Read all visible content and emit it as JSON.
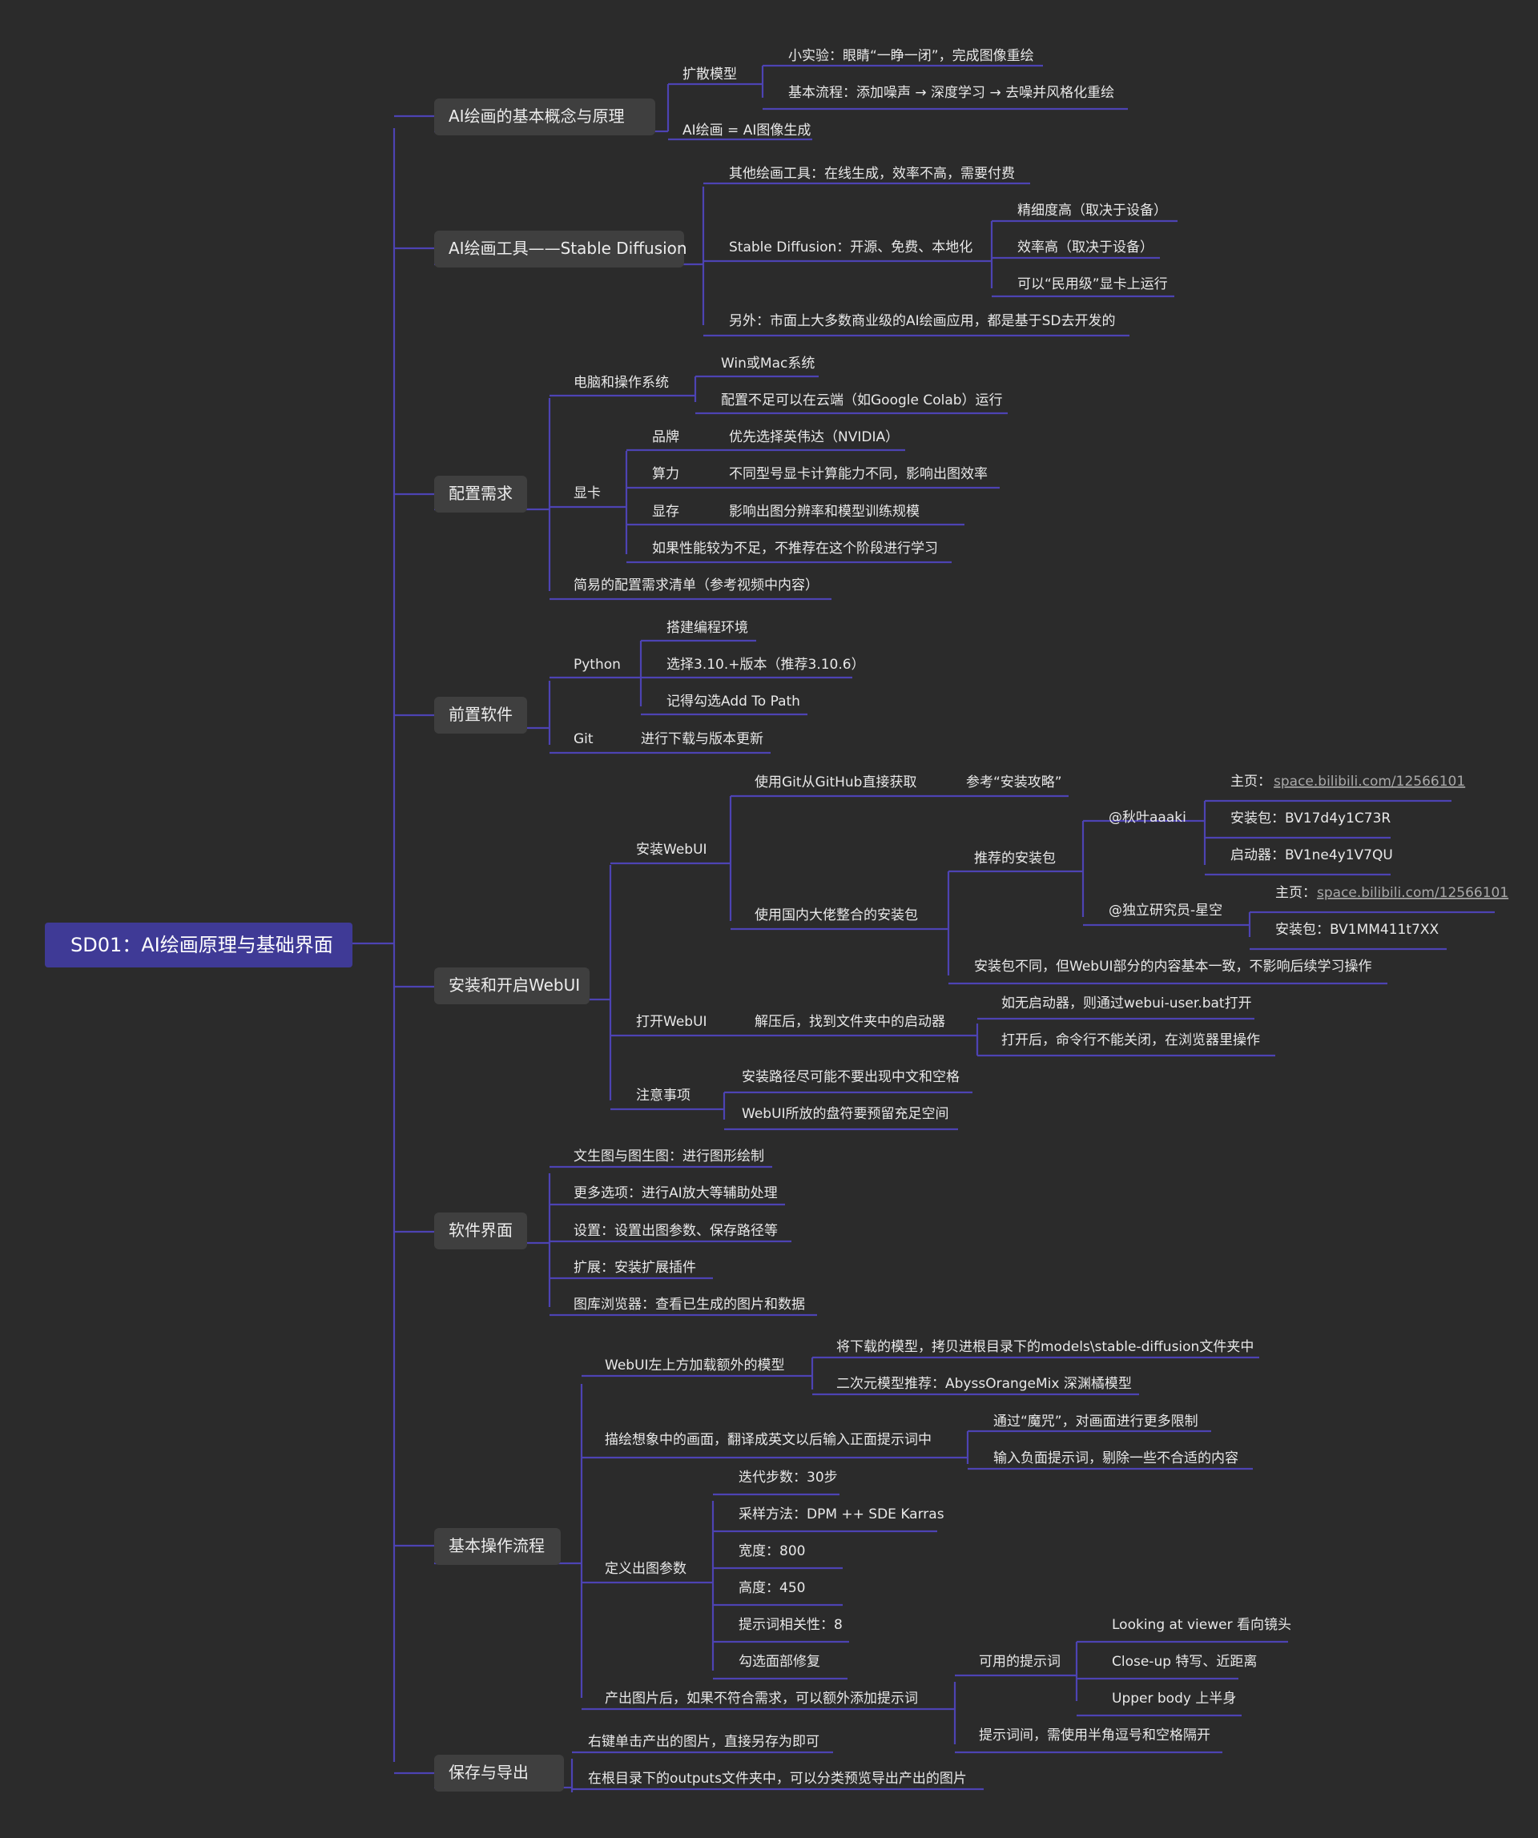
{
  "root": "SD01：AI绘画原理与基础界面",
  "s1": {
    "title": "AI绘画的基本概念与原理",
    "kuosan": "扩散模型",
    "exp": "小实验：眼睛“一睁一闭”，完成图像重绘",
    "flow": "基本流程：添加噪声 → 深度学习 → 去噪并风格化重绘",
    "eq": "AI绘画 = AI图像生成"
  },
  "s2": {
    "title": "AI绘画工具——Stable Diffusion",
    "other": "其他绘画工具：在线生成，效率不高，需要付费",
    "sd": "Stable Diffusion：开源、免费、本地化",
    "sd_a": "精细度高（取决于设备）",
    "sd_b": "效率高（取决于设备）",
    "sd_c": "可以“民用级”显卡上运行",
    "extra": "另外：市面上大多数商业级的AI绘画应用，都是基于SD去开发的"
  },
  "s3": {
    "title": "配置需求",
    "pc": "电脑和操作系统",
    "pc_a": "Win或Mac系统",
    "pc_b": "配置不足可以在云端（如Google Colab）运行",
    "gpu": "显卡",
    "brand": "品牌",
    "brand_v": "优先选择英伟达（NVIDIA）",
    "power": "算力",
    "power_v": "不同型号显卡计算能力不同，影响出图效率",
    "vram": "显存",
    "vram_v": "影响出图分辨率和模型训练规模",
    "weak": "如果性能较为不足，不推荐在这个阶段进行学习",
    "list": "简易的配置需求清单（参考视频中内容）"
  },
  "s4": {
    "title": "前置软件",
    "python": "Python",
    "py_a": "搭建编程环境",
    "py_b": "选择3.10.+版本（推荐3.10.6）",
    "py_c": "记得勾选Add To Path",
    "git": "Git",
    "git_v": "进行下载与版本更新"
  },
  "s5": {
    "title": "安装和开启WebUI",
    "install": "安装WebUI",
    "from_git": "使用Git从GitHub直接获取",
    "ref": "参考“安装攻略”",
    "pkg": "使用国内大佬整合的安装包",
    "rec": "推荐的安装包",
    "au1": "@秋叶aaaki",
    "au1_home_l": "主页：",
    "au1_home": "space.bilibili.com/12566101",
    "au1_pkg": "安装包：BV17d4y1C73R",
    "au1_launch": "启动器：BV1ne4y1V7QU",
    "au2": "@独立研究员-星空",
    "au2_home_l": "主页：",
    "au2_home": "space.bilibili.com/12566101",
    "au2_pkg": "安装包：BV1MM411t7XX",
    "diff": "安装包不同，但WebUI部分的内容基本一致，不影响后续学习操作",
    "open": "打开WebUI",
    "unzip": "解压后，找到文件夹中的启动器",
    "no_launch": "如无启动器，则通过webui-user.bat打开",
    "after": "打开后，命令行不能关闭，在浏览器里操作",
    "notes": "注意事项",
    "note_a": "安装路径尽可能不要出现中文和空格",
    "note_b": "WebUI所放的盘符要预留充足空间"
  },
  "s6": {
    "title": "软件界面",
    "a": "文生图与图生图：进行图形绘制",
    "b": "更多选项：进行AI放大等辅助处理",
    "c": "设置：设置出图参数、保存路径等",
    "d": "扩展：安装扩展插件",
    "e": "图库浏览器：查看已生成的图片和数据"
  },
  "s7": {
    "title": "基本操作流程",
    "load": "WebUI左上方加载额外的模型",
    "load_a": "将下载的模型，拷贝进根目录下的models\\stable-diffusion文件夹中",
    "load_b": "二次元模型推荐：AbyssOrangeMix 深渊橘模型",
    "prompt": "描绘想象中的画面，翻译成英文以后输入正面提示词中",
    "prompt_a": "通过“魔咒”，对画面进行更多限制",
    "prompt_b": "输入负面提示词，剔除一些不合适的内容",
    "params": "定义出图参数",
    "p1": "迭代步数：30步",
    "p2": "采样方法：DPM ++ SDE Karras",
    "p3": "宽度：800",
    "p4": "高度：450",
    "p5": "提示词相关性：8",
    "p6": "勾选面部修复",
    "output": "产出图片后，如果不符合需求，可以额外添加提示词",
    "usable": "可用的提示词",
    "u1": "Looking at viewer 看向镜头",
    "u2": "Close-up 特写、近距离",
    "u3": "Upper body 上半身",
    "sep": "提示词间，需使用半角逗号和空格隔开"
  },
  "s8": {
    "title": "保存与导出",
    "a": "右键单击产出的图片，直接另存为即可",
    "b": "在根目录下的outputs文件夹中，可以分类预览导出产出的图片"
  },
  "colors": {
    "background": "#2b2b2b",
    "root": "#3f3a96",
    "topic": "#3f3f3f",
    "line": "#4d43b3",
    "text": "#e8e8e8"
  }
}
